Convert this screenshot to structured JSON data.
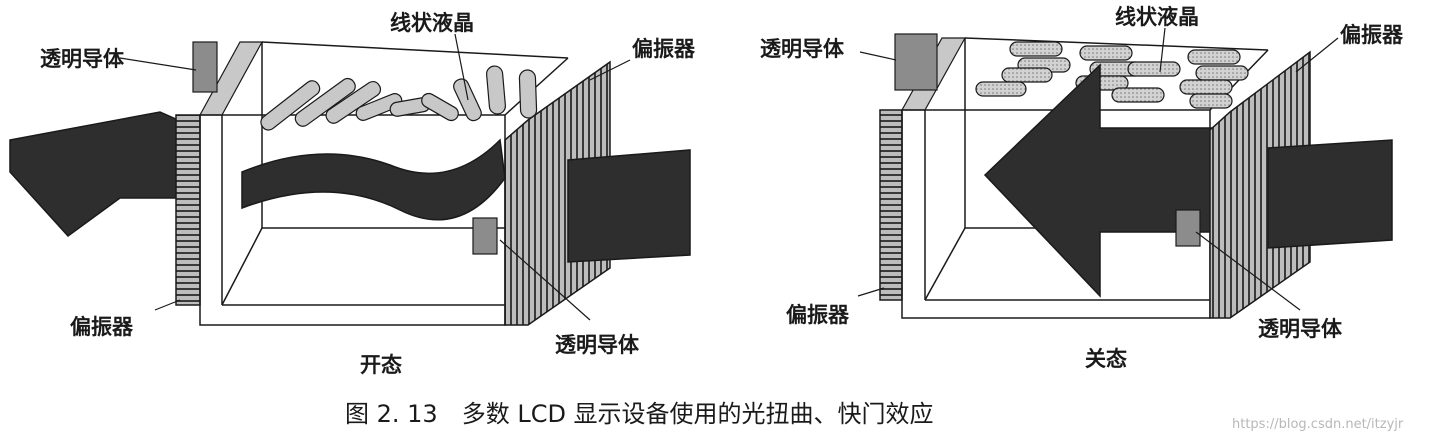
{
  "left_panel": {
    "top_left_label": "透明导体",
    "top_center_label": "线状液晶",
    "top_right_label": "偏振器",
    "bottom_left_label": "偏振器",
    "bottom_right_label": "透明导体",
    "state_label": "开态"
  },
  "right_panel": {
    "top_left_label": "透明导体",
    "top_center_label": "线状液晶",
    "top_right_label": "偏振器",
    "bottom_left_label": "偏振器",
    "bottom_right_label": "透明导体",
    "state_label": "关态"
  },
  "caption": "图 2. 13　多数 LCD 显示设备使用的光扭曲、快门效应",
  "watermark": "https://blog.csdn.net/itzyjr",
  "colors": {
    "ink": "#1a1a1a",
    "dark_fill": "#2e2e2e",
    "mid_fill": "#8c8c8c",
    "light_fill": "#c8c8c8",
    "paper": "#ffffff"
  }
}
